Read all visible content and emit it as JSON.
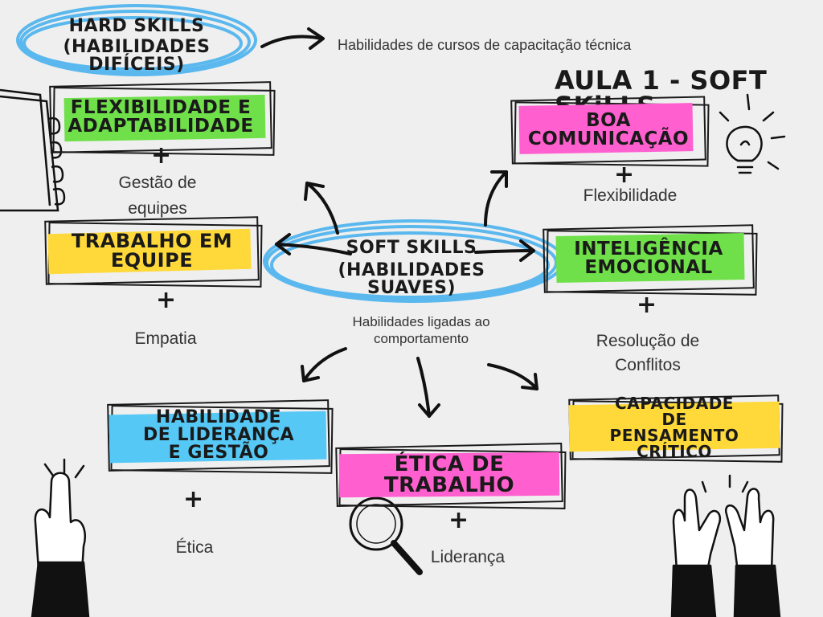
{
  "hard_skills": {
    "title_line1": "HARD SKILLS",
    "title_line2": "(HABILIDADES DIFÍCEIS)",
    "description": "Habilidades de cursos de capacitação técnica"
  },
  "lesson_title": "AULA 1 - SOFT SKiLLS",
  "soft_skills": {
    "title_line1": "SOFT SKILLS",
    "title_line2": "(HABILIDADES SUAVES)",
    "description_line1": "Habilidades ligadas ao",
    "description_line2": "comportamento"
  },
  "skills": [
    {
      "label": "FLEXIBILIDADE E ADAPTABILIDADE",
      "color": "#6fe04a",
      "plus_text": "Gestão de equipes"
    },
    {
      "label": "TRABALHO EM EQUIPE",
      "color": "#ffd93a",
      "plus_text": "Empatia"
    },
    {
      "label": "BOA COMUNICAÇÃO",
      "color": "#ff5fcf",
      "plus_text": "Flexibilidade"
    },
    {
      "label": "INTELIGÊNCIA EMOCIONAL",
      "color": "#6fe04a",
      "plus_text": "Resolução de Conflitos"
    },
    {
      "label": "HABILIDADE DE LIDERANÇA E GESTÃO",
      "color": "#55c8f5",
      "plus_text": "Ética"
    },
    {
      "label": "ÉTICA DE TRABALHO",
      "color": "#ff5fcf",
      "plus_text": "Liderança"
    },
    {
      "label": "CAPACIDADE DE PENSAMENTO CRÍTICO",
      "color": "#ffd93a",
      "plus_text": ""
    }
  ],
  "plus_sign": "+",
  "colors": {
    "ellipse": "#5ab8ee",
    "ink": "#1a1a1a"
  },
  "icons": [
    "notebook-icon",
    "lightbulb-icon",
    "pointing-hand-icon",
    "magnifier-icon",
    "raised-hands-icon"
  ]
}
